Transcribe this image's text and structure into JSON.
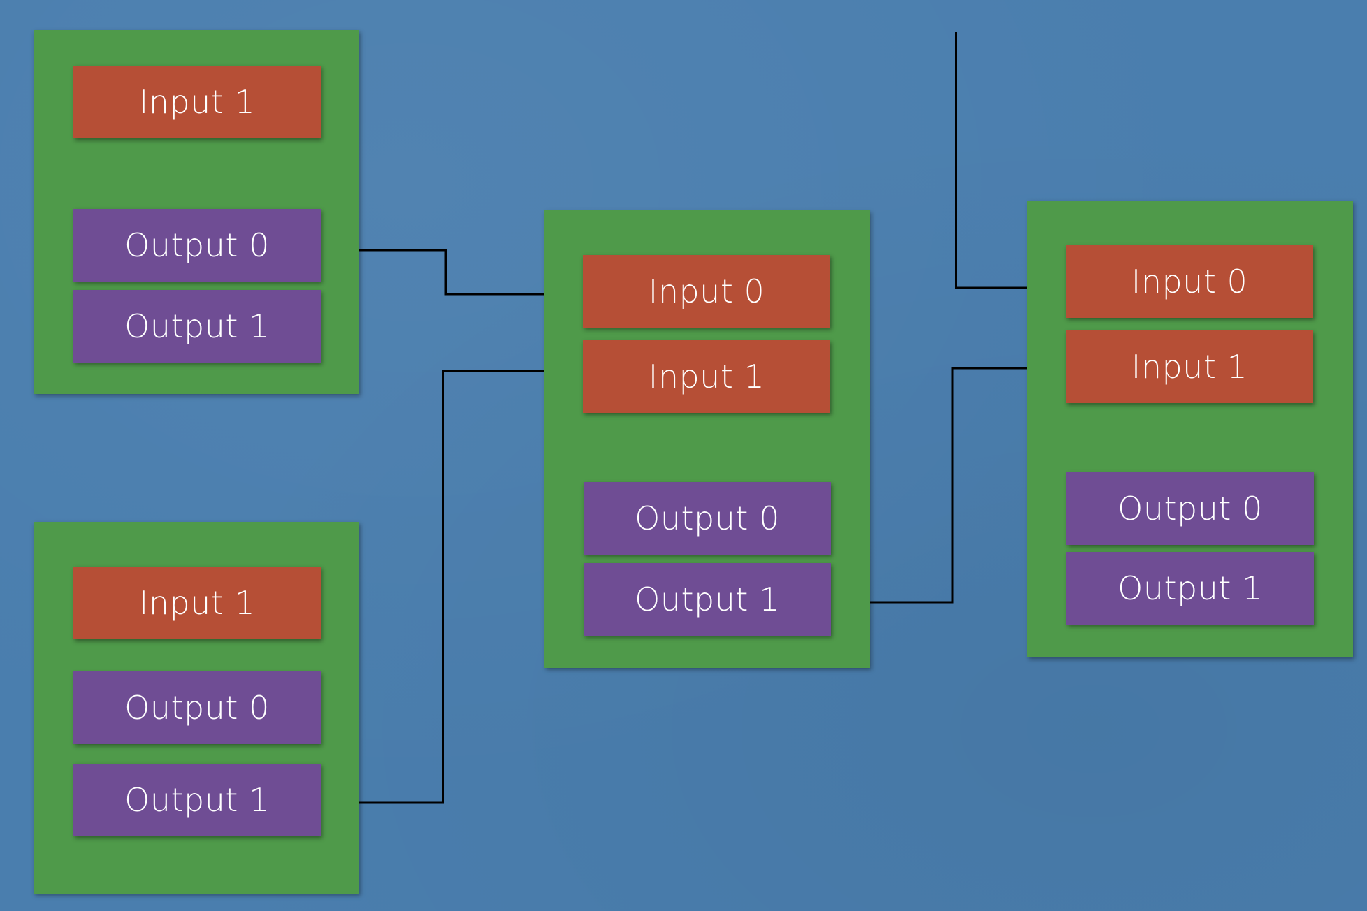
{
  "colors": {
    "background": "#4a7eae",
    "node": "#4f9a4a",
    "input_port": "#b64f36",
    "output_port": "#6f4d94",
    "wire": "#000000"
  },
  "nodes": [
    {
      "id": "node-a",
      "ports": [
        {
          "kind": "input",
          "label": "Input 1"
        },
        {
          "kind": "output",
          "label": "Output 0"
        },
        {
          "kind": "output",
          "label": "Output 1"
        }
      ]
    },
    {
      "id": "node-b",
      "ports": [
        {
          "kind": "input",
          "label": "Input 1"
        },
        {
          "kind": "output",
          "label": "Output 0"
        },
        {
          "kind": "output",
          "label": "Output 1"
        }
      ]
    },
    {
      "id": "node-c",
      "ports": [
        {
          "kind": "input",
          "label": "Input 0"
        },
        {
          "kind": "input",
          "label": "Input 1"
        },
        {
          "kind": "output",
          "label": "Output 0"
        },
        {
          "kind": "output",
          "label": "Output 1"
        }
      ]
    },
    {
      "id": "node-d",
      "ports": [
        {
          "kind": "input",
          "label": "Input 0"
        },
        {
          "kind": "input",
          "label": "Input 1"
        },
        {
          "kind": "output",
          "label": "Output 0"
        },
        {
          "kind": "output",
          "label": "Output 1"
        }
      ]
    }
  ],
  "connections": [
    {
      "from": "node-a.Output 0",
      "to": "node-c.Input 0"
    },
    {
      "from": "node-b.Output 1",
      "to": "node-c.Input 1"
    },
    {
      "from": "node-c.Output 1",
      "to": "node-d.Input 1"
    },
    {
      "from": "external",
      "to": "node-d.Input 0"
    }
  ]
}
